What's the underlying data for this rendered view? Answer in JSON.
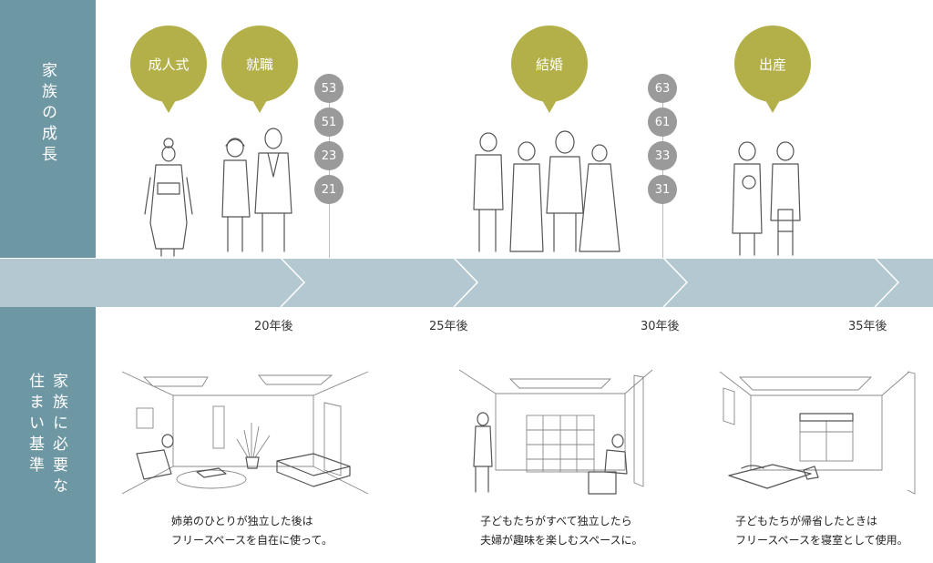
{
  "sidebar": {
    "top_label": "家族の成長",
    "bottom_label_col1": "家族に必要な",
    "bottom_label_col2": "住まい基準"
  },
  "events": {
    "coming_of_age": "成人式",
    "employment": "就職",
    "marriage": "結婚",
    "birth": "出産"
  },
  "ages": {
    "group1": [
      "53",
      "51",
      "23",
      "21"
    ],
    "group2": [
      "63",
      "61",
      "33",
      "31"
    ]
  },
  "timeline": [
    "20年後",
    "25年後",
    "30年後",
    "35年後"
  ],
  "captions": {
    "c1_line1": "姉弟のひとりが独立した後は",
    "c1_line2": "フリースペースを自在に使って。",
    "c2_line1": "子どもたちがすべて独立したら",
    "c2_line2": "夫婦が趣味を楽しむスペースに。",
    "c3_line1": "子どもたちが帰省したときは",
    "c3_line2": "フリースペースを寝室として使用。"
  },
  "colors": {
    "sidebar": "#6e97a4",
    "band": "#b3c8d0",
    "bubble": "#b3b04a",
    "age_badge": "#9a9a9a"
  }
}
